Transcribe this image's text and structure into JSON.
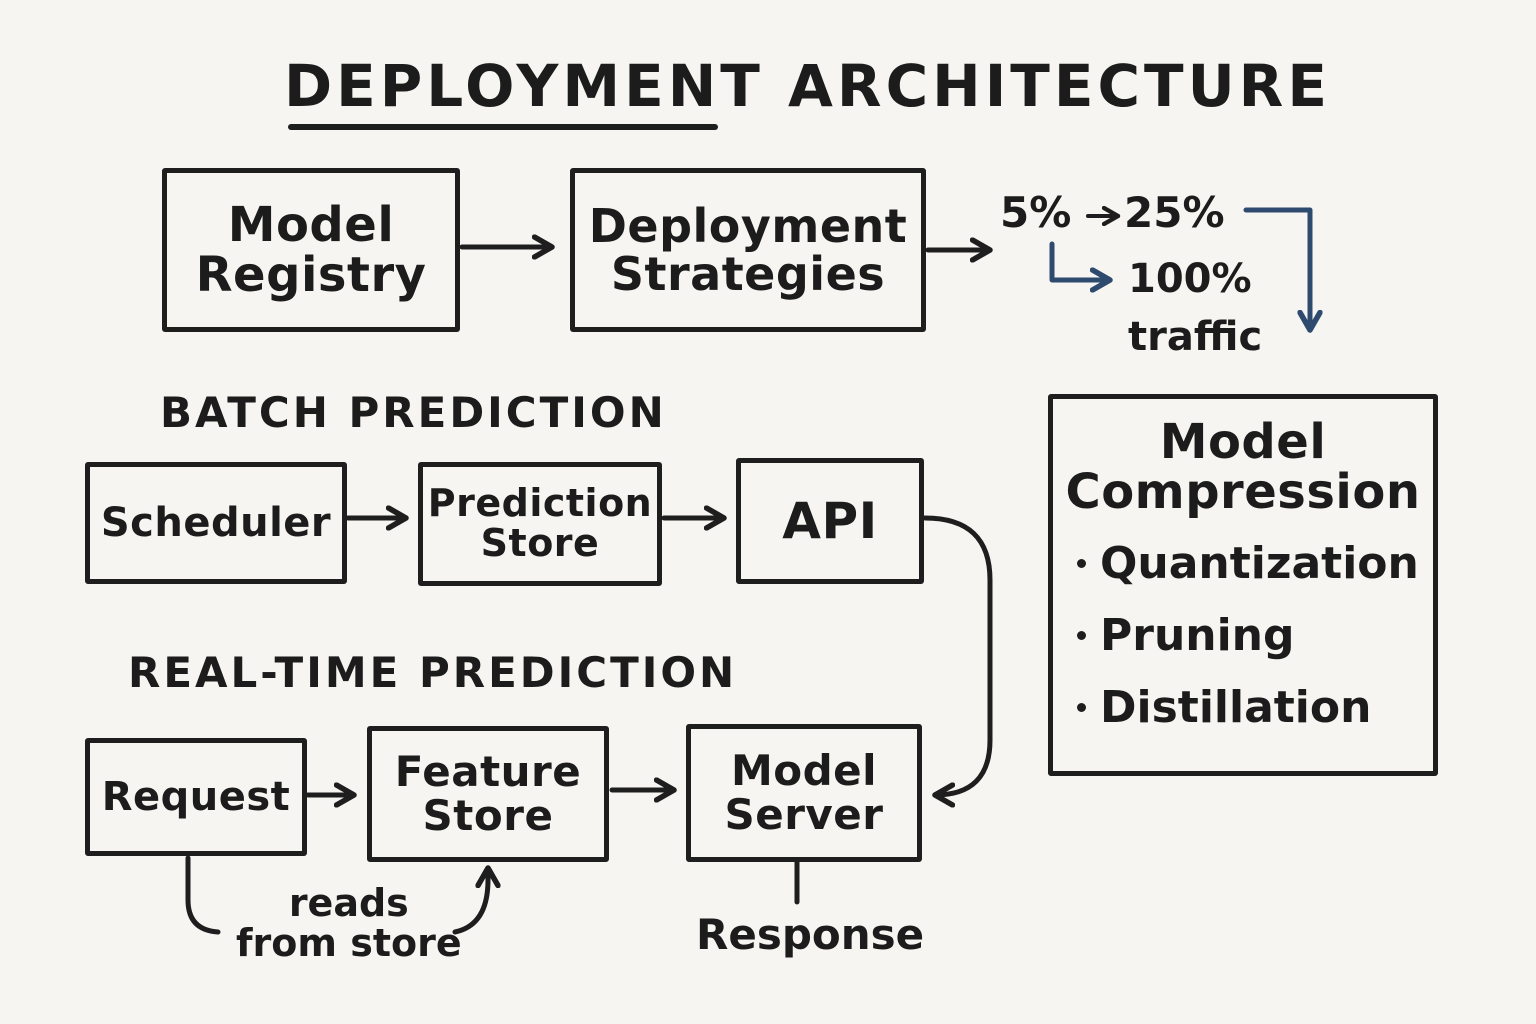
{
  "title": "DEPLOYMENT ARCHITECTURE",
  "colors": {
    "ink": "#1e1e1e",
    "accent_blue": "#2e4a6e",
    "background": "#f7f5f1"
  },
  "top_row": {
    "model_registry": [
      "Model",
      "Registry"
    ],
    "deployment_strategies": [
      "Deployment",
      "Strategies"
    ],
    "rollout": {
      "step1": "5%",
      "step2": "25%",
      "step3": "100%",
      "unit": "traffic"
    }
  },
  "batch": {
    "heading": "BATCH PREDICTION",
    "scheduler": "Scheduler",
    "prediction_store": [
      "Prediction",
      "Store"
    ],
    "api": "API"
  },
  "realtime": {
    "heading": "REAL-TIME PREDICTION",
    "request": "Request",
    "feature_store": [
      "Feature",
      "Store"
    ],
    "model_server": [
      "Model",
      "Server"
    ],
    "reads_note": [
      "reads",
      "from store"
    ],
    "response": "Response"
  },
  "compression": {
    "title": [
      "Model",
      "Compression"
    ],
    "items": [
      "Quantization",
      "Pruning",
      "Distillation"
    ]
  }
}
